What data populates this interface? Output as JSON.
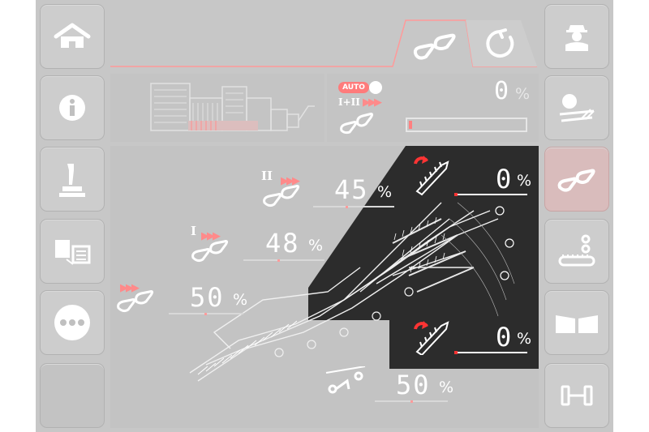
{
  "header": {
    "tabs": [
      {
        "name": "conveyor",
        "icon": "conveyor-chain-icon",
        "active": true
      },
      {
        "name": "reset",
        "icon": "refresh-icon",
        "active": false
      }
    ]
  },
  "left_nav": [
    {
      "id": "home",
      "icon": "home-icon"
    },
    {
      "id": "info",
      "icon": "info-icon"
    },
    {
      "id": "joystick",
      "icon": "joystick-icon"
    },
    {
      "id": "display-config",
      "icon": "display-config-icon"
    },
    {
      "id": "more",
      "icon": "more-dots-icon"
    },
    {
      "id": "empty",
      "icon": ""
    }
  ],
  "right_nav": [
    {
      "id": "operator",
      "icon": "operator-icon"
    },
    {
      "id": "pickup",
      "icon": "pickup-icon"
    },
    {
      "id": "conveyor",
      "icon": "conveyor-chain-icon",
      "active": true
    },
    {
      "id": "chain-tension",
      "icon": "chain-tension-icon"
    },
    {
      "id": "floor",
      "icon": "floor-icon"
    },
    {
      "id": "axle",
      "icon": "axle-icon"
    }
  ],
  "status_panel": {
    "auto_badge": "AUTO",
    "mode_label": "I+II",
    "value": "0",
    "unit": "%",
    "progress": 0.02
  },
  "conveyor_speeds": {
    "speed_2": {
      "label": "II",
      "value": "45",
      "unit": "%"
    },
    "speed_1": {
      "label": "I",
      "value": "48",
      "unit": "%"
    },
    "speed_base": {
      "label": "",
      "value": "50",
      "unit": "%"
    },
    "speed_bottom": {
      "label": "",
      "value": "50",
      "unit": "%"
    }
  },
  "dark_panel": {
    "top": {
      "value": "0",
      "unit": "%"
    },
    "bottom": {
      "value": "0",
      "unit": "%"
    }
  },
  "colors": {
    "background": "#c7c7c7",
    "dark_panel": "#2e2e2e",
    "accent_red": "#ff5050",
    "active_tab": "#d9bcbc"
  }
}
